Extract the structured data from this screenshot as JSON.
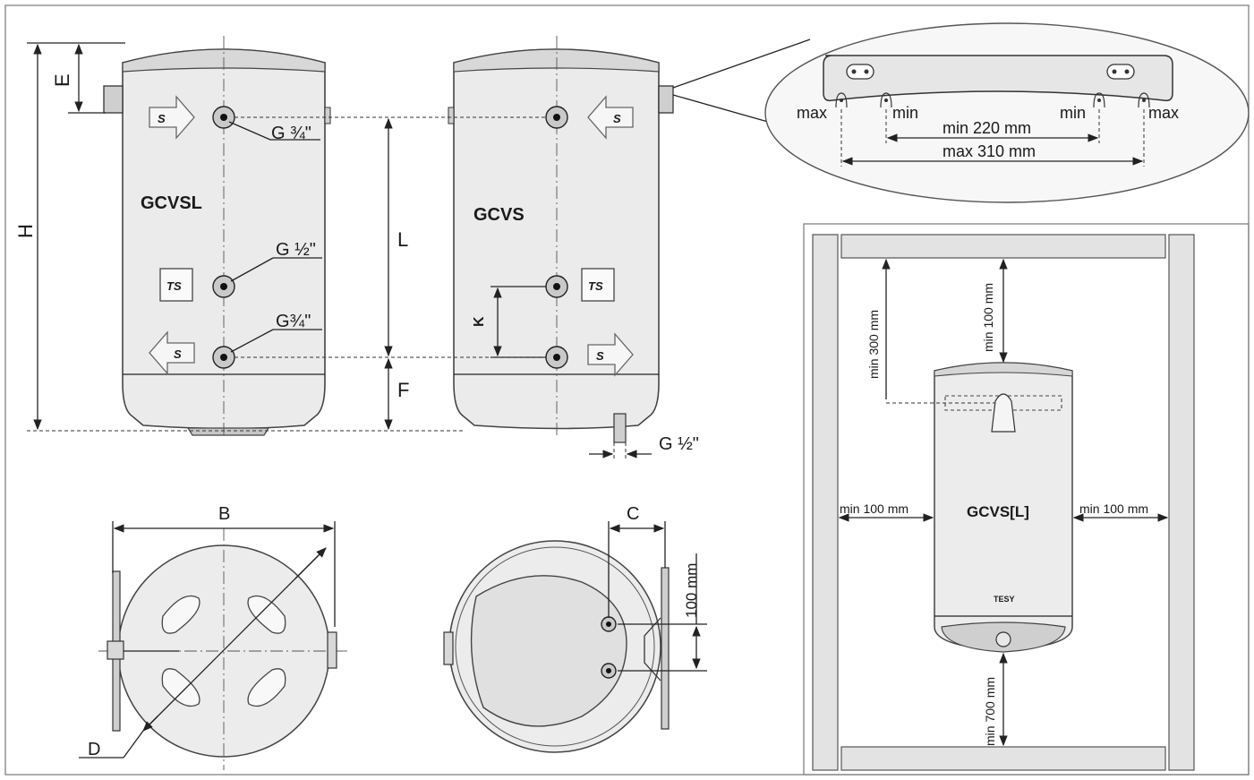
{
  "side_view": {
    "model_left": "GCVSL",
    "model_right": "GCVS",
    "dim_e": "E",
    "dim_h": "H",
    "dim_l": "L",
    "dim_f": "F",
    "dim_k": "K",
    "pipe_top": "G ¾\"",
    "pipe_mid": "G ½\"",
    "pipe_bottom": "G¾\"",
    "drain": "G ½\"",
    "arrow_label": "S",
    "sensor_label": "TS"
  },
  "bracket_detail": {
    "max_left": "max",
    "min_left": "min",
    "min_right": "min",
    "max_right": "max",
    "min_distance": "min 220 mm",
    "max_distance": "max 310 mm"
  },
  "top_view": {
    "dim_b": "B",
    "dim_d": "D",
    "dim_c": "C",
    "spacing": "100 mm"
  },
  "installation": {
    "model": "GCVS[L]",
    "brand": "TESY",
    "top_clearance": "min 100 mm",
    "bracket_clearance": "min 300 mm",
    "left_clearance": "min 100 mm",
    "right_clearance": "min 100 mm",
    "bottom_clearance": "min 700 mm"
  }
}
